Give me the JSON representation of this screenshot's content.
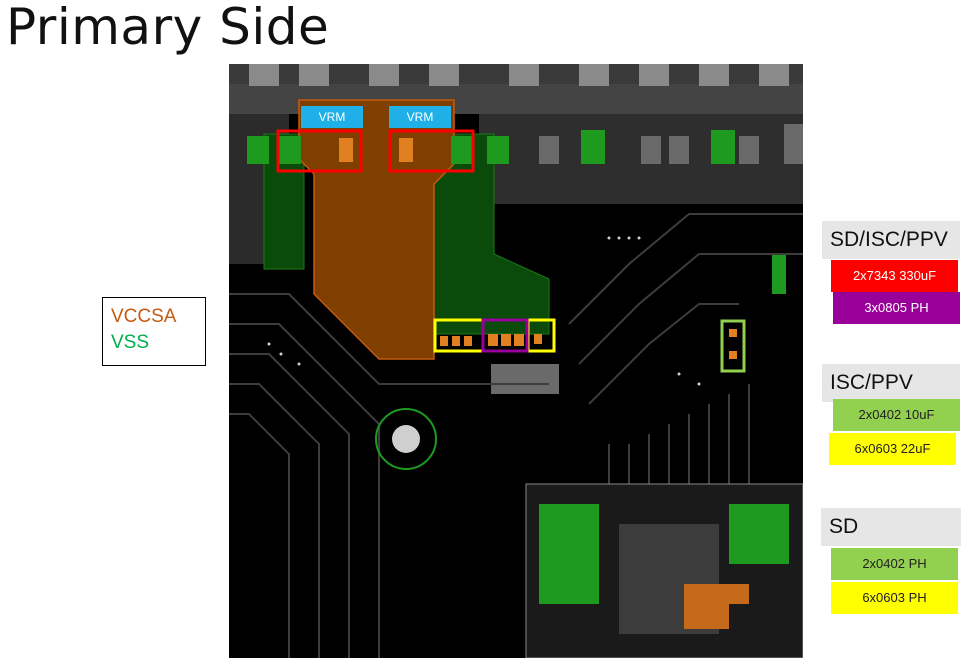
{
  "title": "Primary Side",
  "vrm_labels": [
    "VRM",
    "VRM"
  ],
  "net_legend": {
    "vccsa": "VCCSA",
    "vss": "VSS",
    "vccsa_color": "#c55a11",
    "vss_color": "#00b050"
  },
  "groups": [
    {
      "header": "SD/ISC/PPV",
      "items": [
        {
          "label": "2x7343 330uF",
          "color": "#ff0000",
          "text_color": "#ffffff"
        },
        {
          "label": "3x0805 PH",
          "color": "#990099",
          "text_color": "#ffffff"
        }
      ]
    },
    {
      "header": "ISC/PPV",
      "items": [
        {
          "label": "2x0402 10uF",
          "color": "#92d050",
          "text_color": "#222222"
        },
        {
          "label": "6x0603 22uF",
          "color": "#ffff00",
          "text_color": "#222222"
        }
      ]
    },
    {
      "header": "SD",
      "items": [
        {
          "label": "2x0402 PH",
          "color": "#92d050",
          "text_color": "#222222"
        },
        {
          "label": "6x0603 PH",
          "color": "#ffff00",
          "text_color": "#222222"
        }
      ]
    }
  ],
  "colors": {
    "copper_vccsa": "#7f3f00",
    "copper_vss": "#0a4a0a",
    "board": "#000000"
  }
}
